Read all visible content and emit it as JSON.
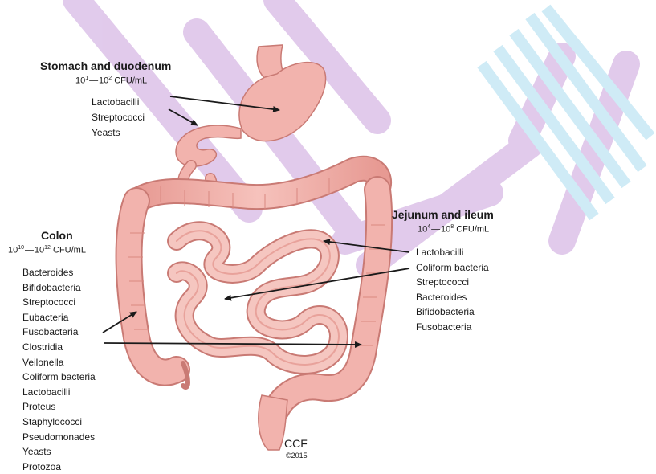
{
  "regions": {
    "stomach": {
      "title": "Stomach and duodenum",
      "count_base_low": "10",
      "count_exp_low": "1",
      "count_base_high": "10",
      "count_exp_high": "2",
      "count_unit": "CFU/mL",
      "organisms": [
        "Lactobacilli",
        "Streptococci",
        "Yeasts"
      ]
    },
    "jejunum": {
      "title": "Jejunum and ileum",
      "count_base_low": "10",
      "count_exp_low": "4",
      "count_base_high": "10",
      "count_exp_high": "8",
      "count_unit": "CFU/mL",
      "organisms": [
        "Lactobacilli",
        "Coliform bacteria",
        "Streptococci",
        "Bacteroides",
        "Bifidobacteria",
        "Fusobacteria"
      ]
    },
    "colon": {
      "title": "Colon",
      "count_base_low": "10",
      "count_exp_low": "10",
      "count_base_high": "10",
      "count_exp_high": "12",
      "count_unit": "CFU/mL",
      "organisms": [
        "Bacteroides",
        "Bifidobacteria",
        "Streptococci",
        "Eubacteria",
        "Fusobacteria",
        "Clostridia",
        "Veilonella",
        "Coliform bacteria",
        "Lactobacilli",
        "Proteus",
        "Staphylococci",
        "Pseudomonades",
        "Yeasts",
        "Protozoa"
      ]
    }
  },
  "credit": {
    "mark": "CCF",
    "year": "©2015"
  },
  "colors": {
    "organ_fill": "#f2b3ad",
    "organ_stroke": "#c97a74",
    "organ_shade": "#e08f88",
    "watermark_purple": "#c9a0dc",
    "watermark_blue": "#a8dcef",
    "arrow": "#1a1a1a"
  }
}
